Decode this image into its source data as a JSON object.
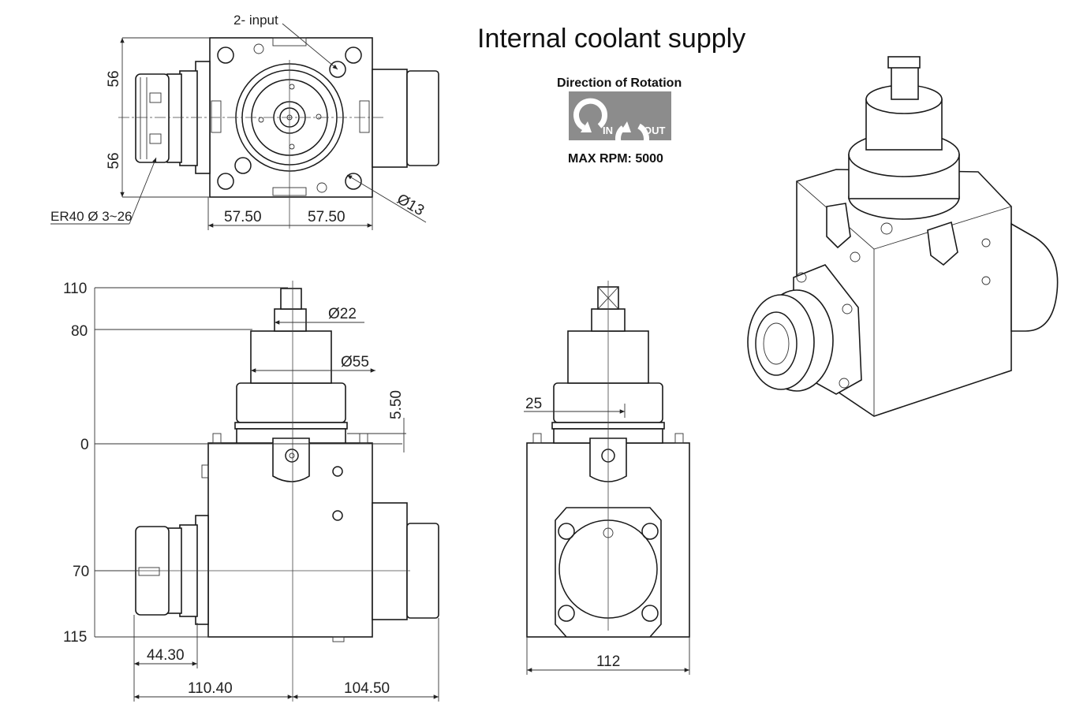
{
  "title": "Internal coolant supply",
  "rotation": {
    "heading": "Direction of Rotation",
    "in_label": "IN",
    "out_label": "OUT",
    "icon": "rotation-arrows-icon",
    "badge_color": "#8c8c8c",
    "max_rpm": "MAX RPM: 5000"
  },
  "top_view": {
    "input_label": "2- input",
    "collet_label": "ER40 Ø 3~26",
    "dim_56_top": "56",
    "dim_56_bottom": "56",
    "dim_width_left": "57.50",
    "dim_width_right": "57.50",
    "dim_hole": "Ø13"
  },
  "side_view": {
    "level_110": "110",
    "level_80": "80",
    "level_0": "0",
    "level_70": "70",
    "level_115": "115",
    "dim_d22": "Ø22",
    "dim_d55": "Ø55",
    "dim_550": "5.50",
    "dim_4430": "44.30",
    "dim_11040": "110.40",
    "dim_10450": "104.50"
  },
  "front_view": {
    "dim_25": "25",
    "dim_112": "112"
  }
}
